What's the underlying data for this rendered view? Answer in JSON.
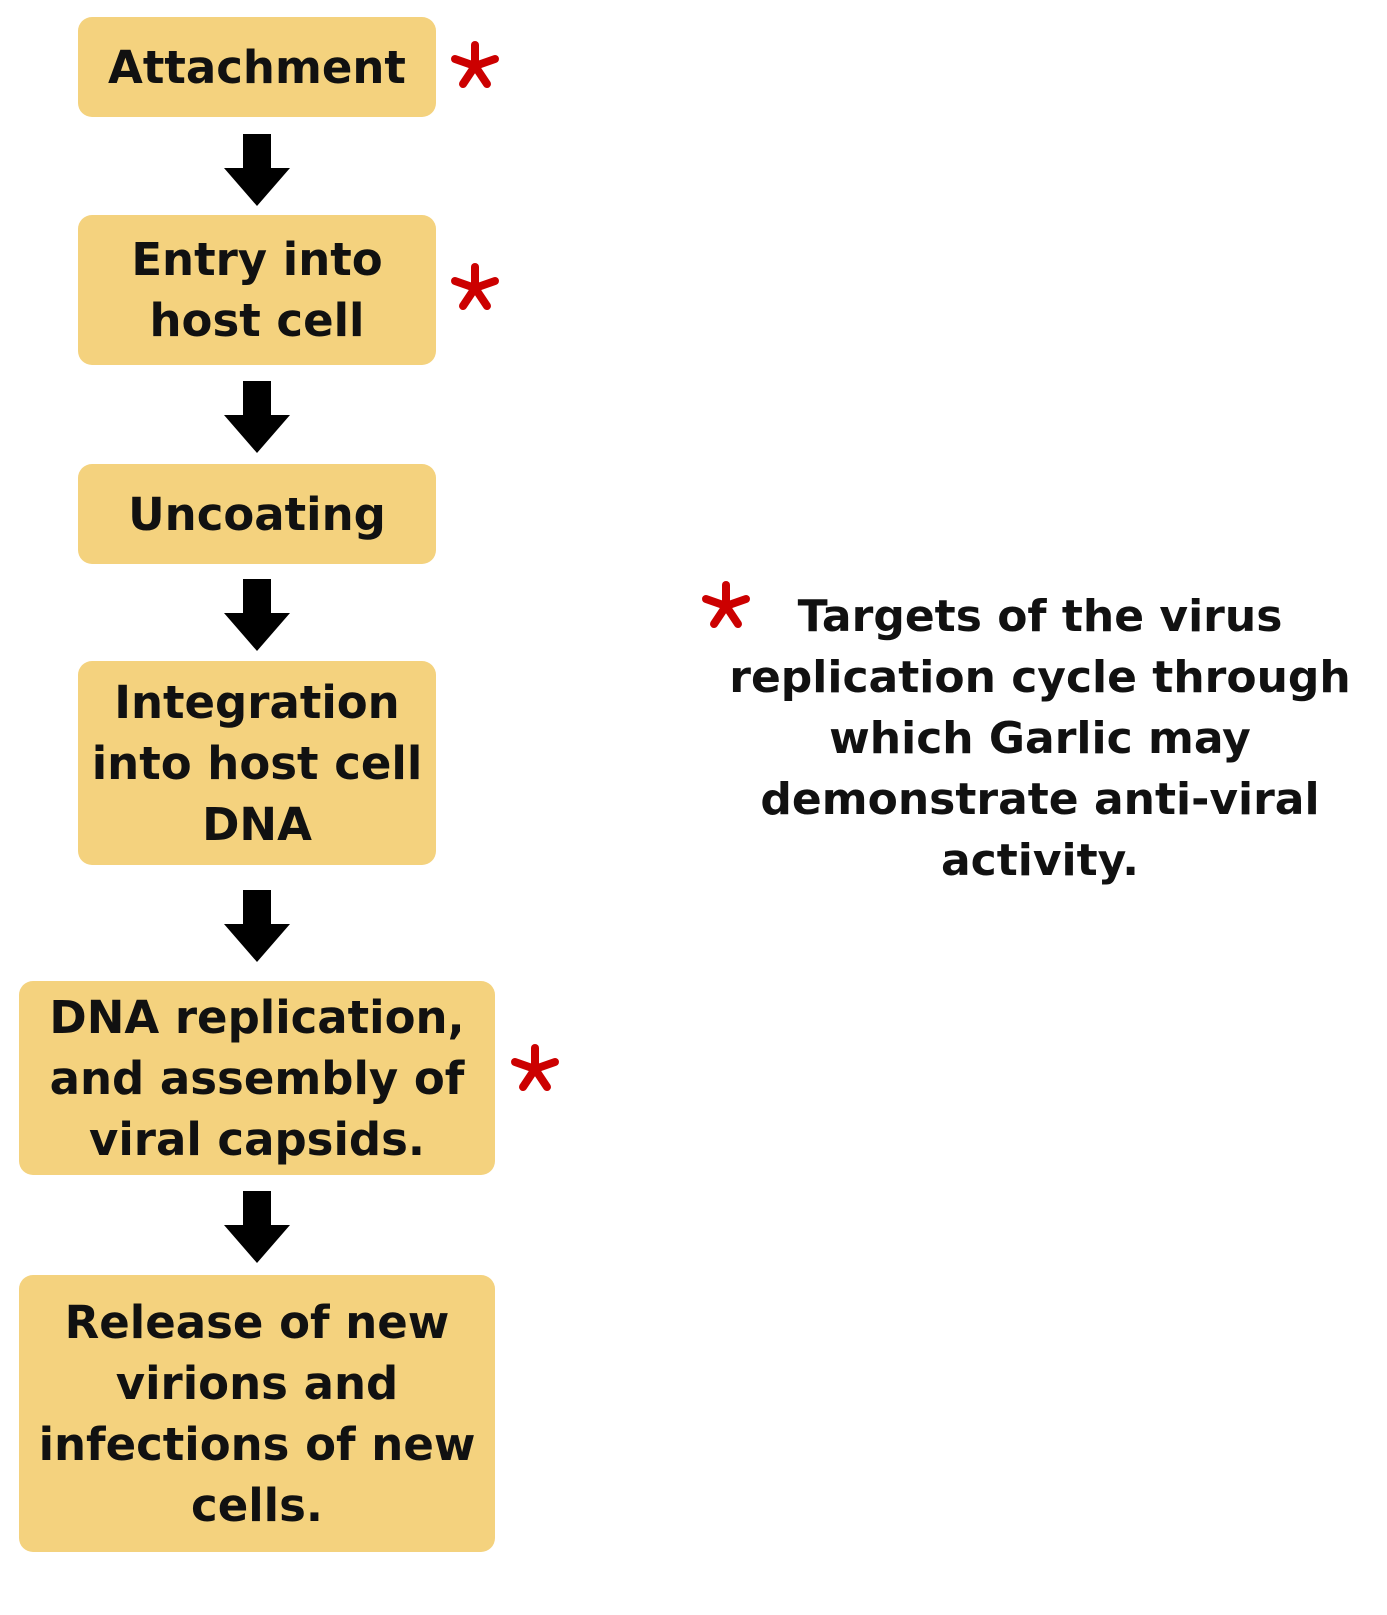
{
  "steps": [
    {
      "label": "Attachment",
      "targeted": true
    },
    {
      "label": "Entry into\nhost cell",
      "targeted": true
    },
    {
      "label": "Uncoating",
      "targeted": false
    },
    {
      "label": "Integration\ninto host cell\nDNA",
      "targeted": false
    },
    {
      "label": "DNA replication,\nand assembly of\nviral capsids.",
      "targeted": true
    },
    {
      "label": "Release of new\nvirions and\ninfections of new\ncells.",
      "targeted": false
    }
  ],
  "legend": {
    "text": "Targets of the virus\nreplication cycle through\nwhich Garlic may\ndemonstrate anti-viral\nactivity."
  },
  "colors": {
    "box_fill": "#f4d27e",
    "asterisk": "#cc0000",
    "arrow": "#000000",
    "text": "#111111"
  }
}
